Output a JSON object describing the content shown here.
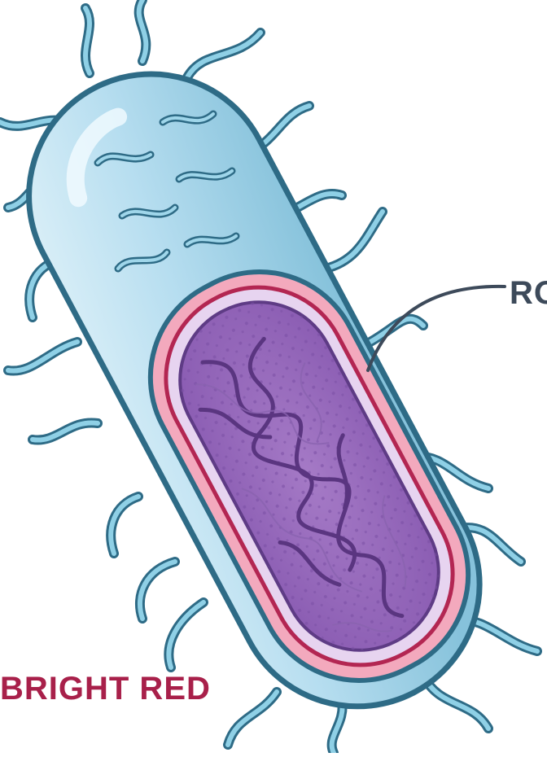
{
  "labels": {
    "shape": "RO",
    "stain": "BRIGHT RED"
  },
  "colors": {
    "outline": "#2e6b86",
    "cell_light": "#dcf0f8",
    "cell_mid": "#a9d6e8",
    "cell_dark": "#7fbcd6",
    "wall_pink": "#f3a9bd",
    "membrane_red": "#b32652",
    "cyto_light": "#c9a8dc",
    "cyto_purple": "#9a6fbf",
    "dna": "#6b4590",
    "label_dark": "#3d4a5a",
    "label_red": "#a8204a"
  },
  "icons": [
    "rod-bacterium-illustration",
    "flagella",
    "nucleoid-dna"
  ]
}
